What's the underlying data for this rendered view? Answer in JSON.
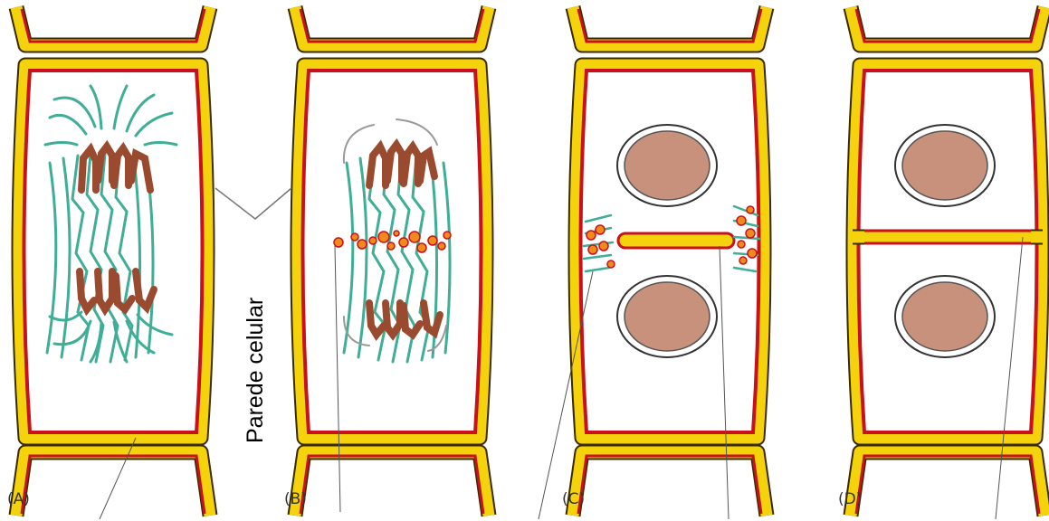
{
  "panels": [
    {
      "label": "(A)",
      "stage": "anaphase"
    },
    {
      "label": "(B)",
      "stage": "telophase-vesicles"
    },
    {
      "label": "(C)",
      "stage": "cell-plate-forming"
    },
    {
      "label": "(D)",
      "stage": "new-cell-wall"
    }
  ],
  "wall_label": "Parede celular",
  "colors": {
    "wall_yellow": "#f4d20c",
    "wall_red": "#c8101e",
    "wall_dark": "#3a2a00",
    "spindle": "#3fae96",
    "chromosome": "#9a4a2e",
    "nucleus_fill": "#c8917c",
    "vesicle_orange": "#f08a1a",
    "nuclear_envelope": "#9a9a9a"
  }
}
